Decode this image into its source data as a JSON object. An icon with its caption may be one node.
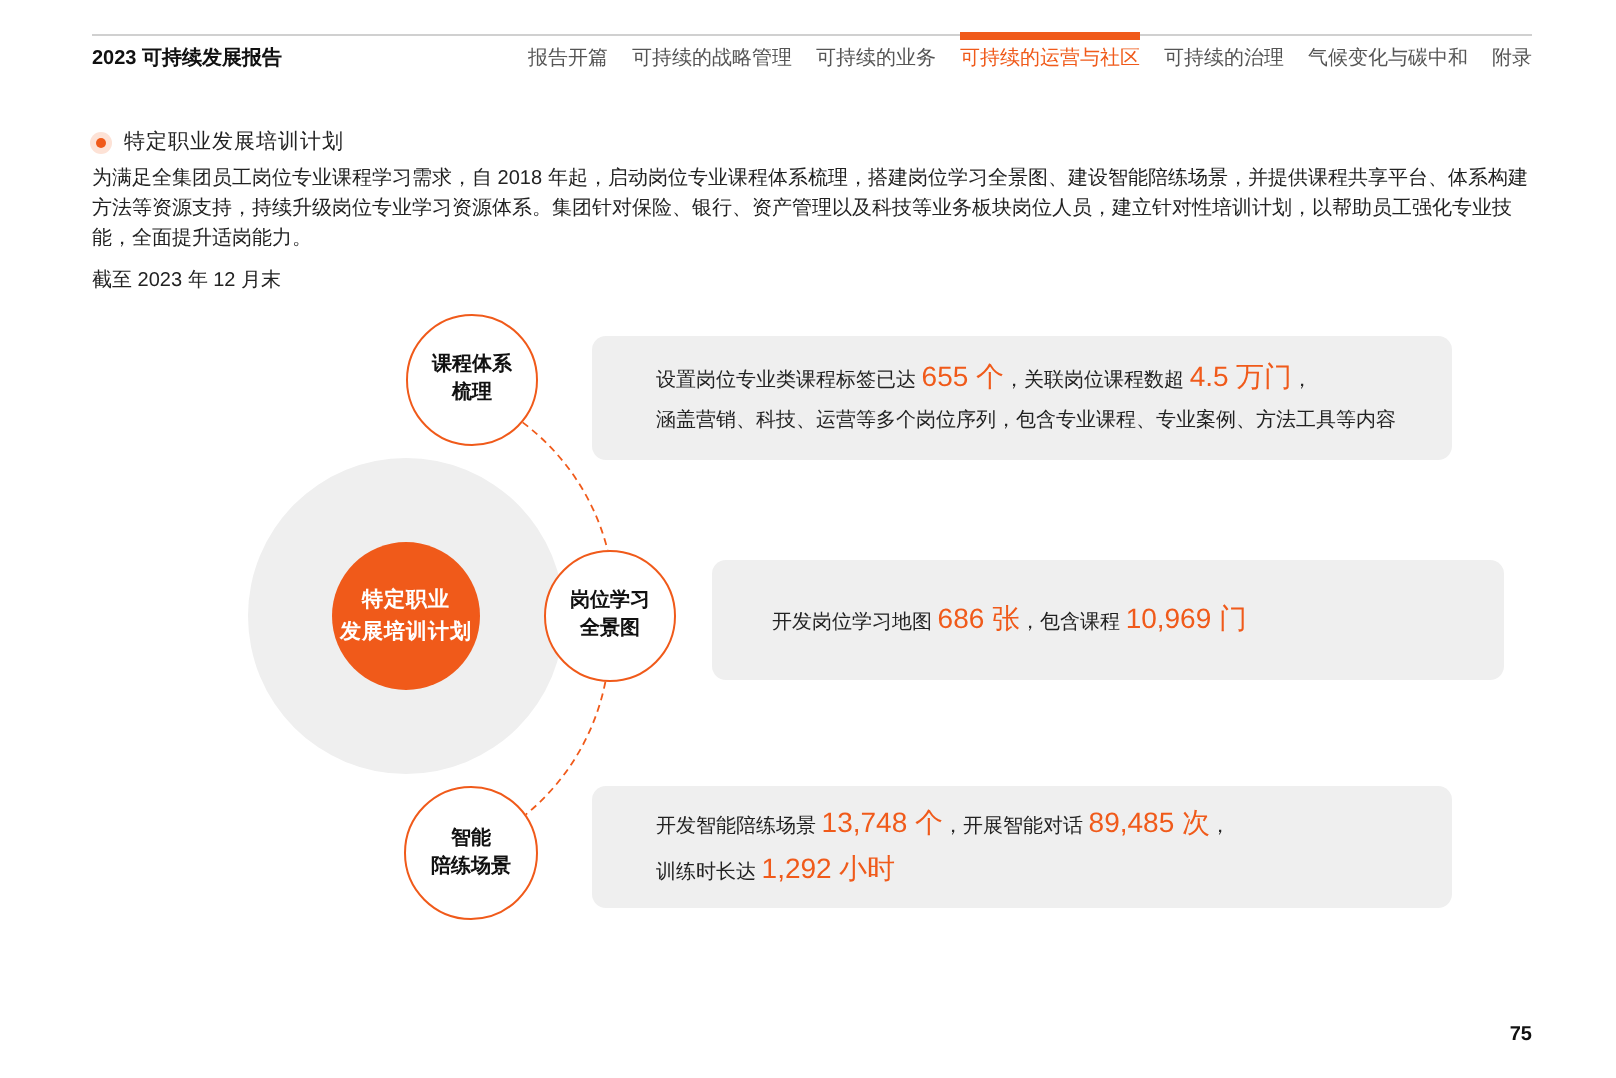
{
  "diagram": {
    "title": "特定职业发展培训计划",
    "nodes": [
      {
        "text": [
          "课程体系梳理"
        ]
      },
      {
        "text": [
          "设置岗位专业类课程标签已达 **655 个**，关联岗位课程数超 **4.5 万门**，涵盖营销、科技、运营等多个岗位序列，包含专业课程、专业案例、方法工具等内容"
        ]
      },
      {
        "text": [
          "特定职业发展培训计划"
        ]
      },
      {
        "text": [
          "岗位学习全景图"
        ]
      },
      {
        "text": [
          "开发岗位学习地图 **686 张**，包含课程 **10,969 门**"
        ]
      },
      {
        "text": [
          "智能陪练场景"
        ]
      },
      {
        "text": [
          "开发智能陪练场景 **13,748 个**，开展智能对话 **89,485 次**，训练时长达 **1,292 小时**"
        ]
      }
    ],
    "edges": [
      {
        "from": 0,
        "to": 3,
        "arrow": "none",
        "style": "dashed"
      },
      {
        "from": 3,
        "to": 5,
        "arrow": "none",
        "style": "dashed"
      }
    ],
    "labels": [
      "2023 可持续发展报告",
      "报告开篇",
      "可持续的战略管理",
      "可持续的业务",
      "可持续的运营与社区",
      "可持续的治理",
      "气候变化与碳中和",
      "附录",
      "为满足全集团员工岗位专业课程学习需求，自 2018 年起，启动岗位专业课程体系梳理，搭建岗位学习全景图、建设智能陪练场景，并提供课程共享平台、体系构建方法等资源支持，持续升级岗位专业学习资源体系。集团针对保险、银行、资产管理以及科技等业务板块岗位人员，建立针对性培训计划，以帮助员工强化专业技能，全面提升适岗能力。",
      "截至 2023 年 12 月末",
      "75"
    ]
  }
}
